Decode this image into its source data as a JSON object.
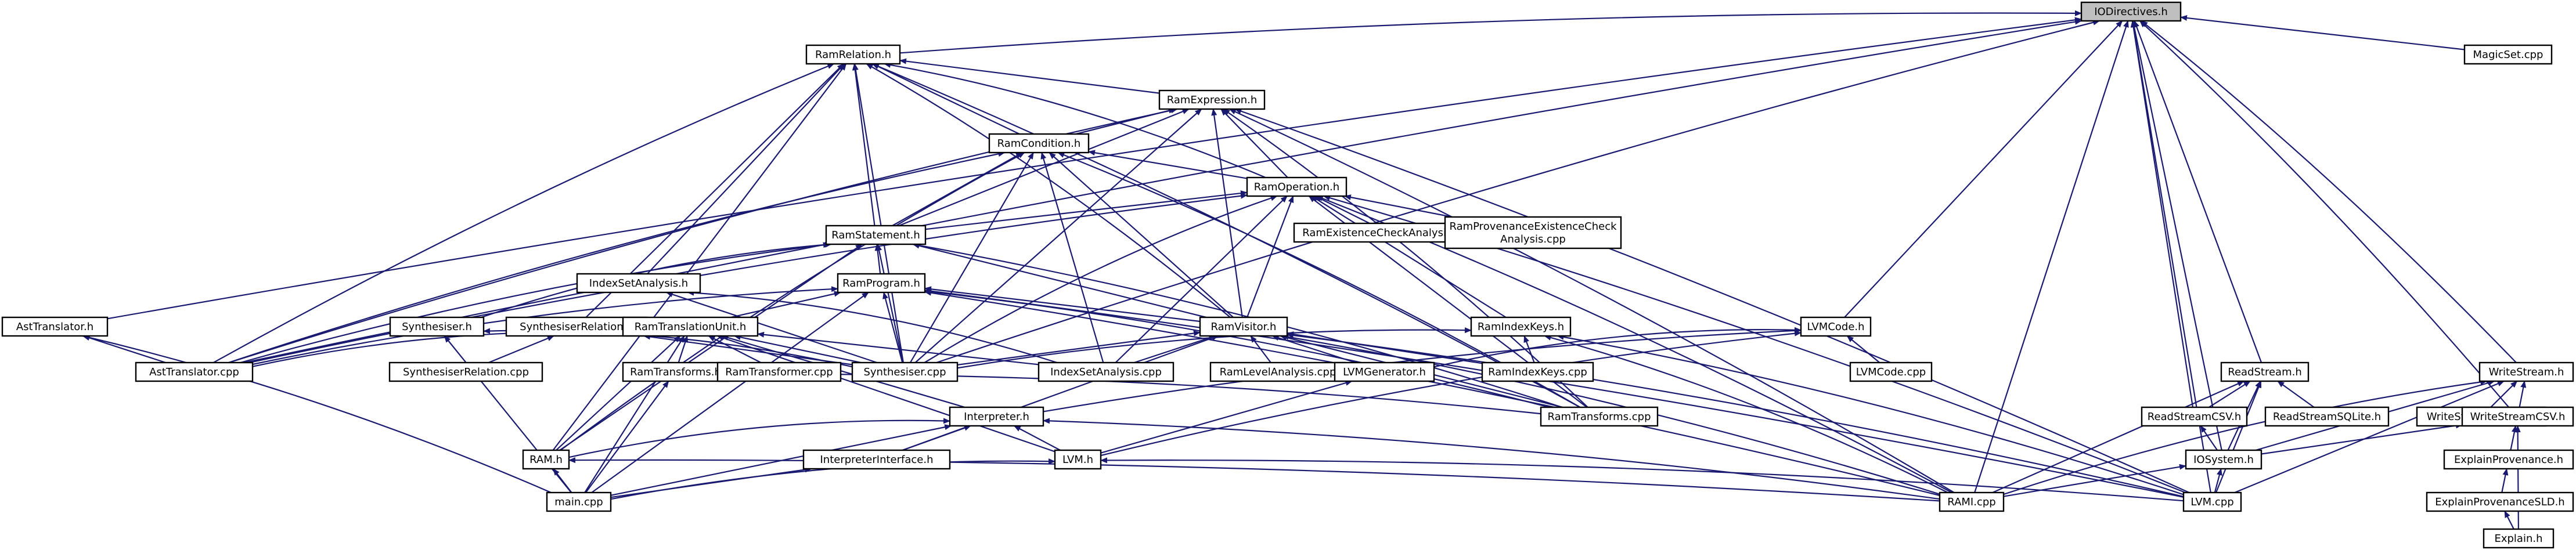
{
  "graph": {
    "root": "IODirectives.h",
    "nodes": [
      {
        "id": "IODirectives.h",
        "label": "IODirectives.h"
      },
      {
        "id": "RamRelation.h",
        "label": "RamRelation.h"
      },
      {
        "id": "MagicSet.cpp",
        "label": "MagicSet.cpp"
      },
      {
        "id": "RamExpression.h",
        "label": "RamExpression.h"
      },
      {
        "id": "RamCondition.h",
        "label": "RamCondition.h"
      },
      {
        "id": "RamOperation.h",
        "label": "RamOperation.h"
      },
      {
        "id": "RamExistenceCheckAnalysis.cpp",
        "label": "RamExistenceCheckAnalysis.cpp"
      },
      {
        "id": "RamProvenanceExistenceCheckAnalysis.cpp",
        "label": "RamProvenanceExistenceCheck\nAnalysis.cpp"
      },
      {
        "id": "RamStatement.h",
        "label": "RamStatement.h"
      },
      {
        "id": "IndexSetAnalysis.h",
        "label": "IndexSetAnalysis.h"
      },
      {
        "id": "RamProgram.h",
        "label": "RamProgram.h"
      },
      {
        "id": "AstTranslator.h",
        "label": "AstTranslator.h"
      },
      {
        "id": "Synthesiser.h",
        "label": "Synthesiser.h"
      },
      {
        "id": "SynthesiserRelation.h",
        "label": "SynthesiserRelation.h"
      },
      {
        "id": "RamTranslationUnit.h",
        "label": "RamTranslationUnit.h"
      },
      {
        "id": "RamVisitor.h",
        "label": "RamVisitor.h"
      },
      {
        "id": "RamIndexKeys.h",
        "label": "RamIndexKeys.h"
      },
      {
        "id": "LVMCode.h",
        "label": "LVMCode.h"
      },
      {
        "id": "ReadStream.h",
        "label": "ReadStream.h"
      },
      {
        "id": "WriteStream.h",
        "label": "WriteStream.h"
      },
      {
        "id": "AstTranslator.cpp",
        "label": "AstTranslator.cpp"
      },
      {
        "id": "SynthesiserRelation.cpp",
        "label": "SynthesiserRelation.cpp"
      },
      {
        "id": "RamTransforms.h",
        "label": "RamTransforms.h"
      },
      {
        "id": "RamTransformer.cpp",
        "label": "RamTransformer.cpp"
      },
      {
        "id": "Synthesiser.cpp",
        "label": "Synthesiser.cpp"
      },
      {
        "id": "IndexSetAnalysis.cpp",
        "label": "IndexSetAnalysis.cpp"
      },
      {
        "id": "RamLevelAnalysis.cpp",
        "label": "RamLevelAnalysis.cpp"
      },
      {
        "id": "LVMGenerator.h",
        "label": "LVMGenerator.h"
      },
      {
        "id": "RamIndexKeys.cpp",
        "label": "RamIndexKeys.cpp"
      },
      {
        "id": "LVMCode.cpp",
        "label": "LVMCode.cpp"
      },
      {
        "id": "ReadStreamCSV.h",
        "label": "ReadStreamCSV.h"
      },
      {
        "id": "ReadStreamSQLite.h",
        "label": "ReadStreamSQLite.h"
      },
      {
        "id": "WriteStreamSQLite.h",
        "label": "WriteStreamSQLite.h"
      },
      {
        "id": "WriteStreamCSV.h",
        "label": "WriteStreamCSV.h"
      },
      {
        "id": "Interpreter.h",
        "label": "Interpreter.h"
      },
      {
        "id": "RamTransforms.cpp",
        "label": "RamTransforms.cpp"
      },
      {
        "id": "RAM.h",
        "label": "RAM.h"
      },
      {
        "id": "InterpreterInterface.h",
        "label": "InterpreterInterface.h"
      },
      {
        "id": "LVM.h",
        "label": "LVM.h"
      },
      {
        "id": "IOSystem.h",
        "label": "IOSystem.h"
      },
      {
        "id": "ExplainProvenance.h",
        "label": "ExplainProvenance.h"
      },
      {
        "id": "main.cpp",
        "label": "main.cpp"
      },
      {
        "id": "RAMI.cpp",
        "label": "RAMI.cpp"
      },
      {
        "id": "LVM.cpp",
        "label": "LVM.cpp"
      },
      {
        "id": "ExplainProvenanceSLD.h",
        "label": "ExplainProvenanceSLD.h"
      },
      {
        "id": "Explain.h",
        "label": "Explain.h"
      }
    ],
    "edges": [
      [
        "RamRelation.h",
        "IODirectives.h"
      ],
      [
        "MagicSet.cpp",
        "IODirectives.h"
      ],
      [
        "AstTranslator.h",
        "IODirectives.h"
      ],
      [
        "AstTranslator.cpp",
        "IODirectives.h"
      ],
      [
        "Synthesiser.cpp",
        "IODirectives.h"
      ],
      [
        "LVMCode.h",
        "IODirectives.h"
      ],
      [
        "ReadStream.h",
        "IODirectives.h"
      ],
      [
        "ReadStreamCSV.h",
        "IODirectives.h"
      ],
      [
        "WriteStream.h",
        "IODirectives.h"
      ],
      [
        "WriteStreamCSV.h",
        "IODirectives.h"
      ],
      [
        "IOSystem.h",
        "IODirectives.h"
      ],
      [
        "RAMI.cpp",
        "IODirectives.h"
      ],
      [
        "LVM.cpp",
        "IODirectives.h"
      ],
      [
        "RamExpression.h",
        "RamRelation.h"
      ],
      [
        "RamCondition.h",
        "RamRelation.h"
      ],
      [
        "RamOperation.h",
        "RamRelation.h"
      ],
      [
        "RamStatement.h",
        "RamRelation.h"
      ],
      [
        "IndexSetAnalysis.h",
        "RamRelation.h"
      ],
      [
        "SynthesiserRelation.h",
        "RamRelation.h"
      ],
      [
        "RamVisitor.h",
        "RamRelation.h"
      ],
      [
        "AstTranslator.cpp",
        "RamRelation.h"
      ],
      [
        "Synthesiser.cpp",
        "RamRelation.h"
      ],
      [
        "RAM.h",
        "RamRelation.h"
      ],
      [
        "RamTransforms.cpp",
        "RamRelation.h"
      ],
      [
        "RamCondition.h",
        "RamExpression.h"
      ],
      [
        "RamOperation.h",
        "RamExpression.h"
      ],
      [
        "RamStatement.h",
        "RamExpression.h"
      ],
      [
        "RamVisitor.h",
        "RamExpression.h"
      ],
      [
        "AstTranslator.cpp",
        "RamExpression.h"
      ],
      [
        "Synthesiser.cpp",
        "RamExpression.h"
      ],
      [
        "RamTransforms.cpp",
        "RamExpression.h"
      ],
      [
        "RAMI.cpp",
        "RamExpression.h"
      ],
      [
        "LVM.cpp",
        "RamExpression.h"
      ],
      [
        "RamOperation.h",
        "RamCondition.h"
      ],
      [
        "RamStatement.h",
        "RamCondition.h"
      ],
      [
        "RamVisitor.h",
        "RamCondition.h"
      ],
      [
        "IndexSetAnalysis.cpp",
        "RamCondition.h"
      ],
      [
        "AstTranslator.cpp",
        "RamCondition.h"
      ],
      [
        "Synthesiser.cpp",
        "RamCondition.h"
      ],
      [
        "RAM.h",
        "RamCondition.h"
      ],
      [
        "RamTransforms.cpp",
        "RamCondition.h"
      ],
      [
        "RamExistenceCheckAnalysis.cpp",
        "RamOperation.h"
      ],
      [
        "RamProvenanceExistenceCheckAnalysis.cpp",
        "RamOperation.h"
      ],
      [
        "RamStatement.h",
        "RamOperation.h"
      ],
      [
        "RamVisitor.h",
        "RamOperation.h"
      ],
      [
        "RamIndexKeys.h",
        "RamOperation.h"
      ],
      [
        "IndexSetAnalysis.cpp",
        "RamOperation.h"
      ],
      [
        "AstTranslator.cpp",
        "RamOperation.h"
      ],
      [
        "Synthesiser.cpp",
        "RamOperation.h"
      ],
      [
        "RamTransforms.cpp",
        "RamOperation.h"
      ],
      [
        "RAMI.cpp",
        "RamOperation.h"
      ],
      [
        "LVM.cpp",
        "RamOperation.h"
      ],
      [
        "RamProgram.h",
        "RamStatement.h"
      ],
      [
        "RamVisitor.h",
        "RamStatement.h"
      ],
      [
        "Synthesiser.h",
        "RamStatement.h"
      ],
      [
        "AstTranslator.cpp",
        "RamStatement.h"
      ],
      [
        "Synthesiser.cpp",
        "RamStatement.h"
      ],
      [
        "RamTransforms.cpp",
        "RamStatement.h"
      ],
      [
        "RAM.h",
        "RamStatement.h"
      ],
      [
        "IndexSetAnalysis.cpp",
        "IndexSetAnalysis.h"
      ],
      [
        "Synthesiser.cpp",
        "IndexSetAnalysis.h"
      ],
      [
        "RamTranslationUnit.h",
        "RamProgram.h"
      ],
      [
        "RamVisitor.h",
        "RamProgram.h"
      ],
      [
        "AstTranslator.cpp",
        "RamProgram.h"
      ],
      [
        "Synthesiser.cpp",
        "RamProgram.h"
      ],
      [
        "RamTransforms.cpp",
        "RamProgram.h"
      ],
      [
        "main.cpp",
        "RamProgram.h"
      ],
      [
        "RAMI.cpp",
        "RamProgram.h"
      ],
      [
        "LVM.cpp",
        "RamProgram.h"
      ],
      [
        "AstTranslator.cpp",
        "AstTranslator.h"
      ],
      [
        "main.cpp",
        "AstTranslator.h"
      ],
      [
        "Synthesiser.cpp",
        "Synthesiser.h"
      ],
      [
        "main.cpp",
        "Synthesiser.h"
      ],
      [
        "SynthesiserRelation.cpp",
        "SynthesiserRelation.h"
      ],
      [
        "Synthesiser.cpp",
        "SynthesiserRelation.h"
      ],
      [
        "AstTranslator.cpp",
        "RamTranslationUnit.h"
      ],
      [
        "RamTransforms.h",
        "RamTranslationUnit.h"
      ],
      [
        "RamTransformer.cpp",
        "RamTranslationUnit.h"
      ],
      [
        "Synthesiser.cpp",
        "RamTranslationUnit.h"
      ],
      [
        "IndexSetAnalysis.cpp",
        "RamTranslationUnit.h"
      ],
      [
        "Interpreter.h",
        "RamTranslationUnit.h"
      ],
      [
        "RAM.h",
        "RamTranslationUnit.h"
      ],
      [
        "main.cpp",
        "RamTranslationUnit.h"
      ],
      [
        "LVM.h",
        "RamTranslationUnit.h"
      ],
      [
        "Synthesiser.cpp",
        "RamVisitor.h"
      ],
      [
        "IndexSetAnalysis.cpp",
        "RamVisitor.h"
      ],
      [
        "RamLevelAnalysis.cpp",
        "RamVisitor.h"
      ],
      [
        "LVMGenerator.h",
        "RamVisitor.h"
      ],
      [
        "RamIndexKeys.cpp",
        "RamVisitor.h"
      ],
      [
        "RamTransforms.cpp",
        "RamVisitor.h"
      ],
      [
        "InterpreterInterface.h",
        "RamVisitor.h"
      ],
      [
        "RAMI.cpp",
        "RamVisitor.h"
      ],
      [
        "LVM.cpp",
        "RamVisitor.h"
      ],
      [
        "RamIndexKeys.cpp",
        "RamIndexKeys.h"
      ],
      [
        "Synthesiser.cpp",
        "RamIndexKeys.h"
      ],
      [
        "RAMI.cpp",
        "RamIndexKeys.h"
      ],
      [
        "LVM.cpp",
        "RamIndexKeys.h"
      ],
      [
        "LVMCode.cpp",
        "LVMCode.h"
      ],
      [
        "LVMGenerator.h",
        "LVMCode.h"
      ],
      [
        "Interpreter.h",
        "LVMCode.h"
      ],
      [
        "LVM.h",
        "LVMCode.h"
      ],
      [
        "ReadStreamCSV.h",
        "ReadStream.h"
      ],
      [
        "ReadStreamSQLite.h",
        "ReadStream.h"
      ],
      [
        "IOSystem.h",
        "ReadStream.h"
      ],
      [
        "RAMI.cpp",
        "ReadStream.h"
      ],
      [
        "LVM.cpp",
        "ReadStream.h"
      ],
      [
        "WriteStreamSQLite.h",
        "WriteStream.h"
      ],
      [
        "WriteStreamCSV.h",
        "WriteStream.h"
      ],
      [
        "IOSystem.h",
        "WriteStream.h"
      ],
      [
        "RAMI.cpp",
        "WriteStream.h"
      ],
      [
        "LVM.cpp",
        "WriteStream.h"
      ],
      [
        "IOSystem.h",
        "ReadStreamCSV.h"
      ],
      [
        "IOSystem.h",
        "WriteStreamCSV.h"
      ],
      [
        "ExplainProvenance.h",
        "WriteStreamCSV.h"
      ],
      [
        "Explain.h",
        "WriteStreamCSV.h"
      ],
      [
        "ExplainProvenanceSLD.h",
        "ExplainProvenance.h"
      ],
      [
        "Explain.h",
        "ExplainProvenanceSLD.h"
      ],
      [
        "RamTransforms.cpp",
        "RamTransforms.h"
      ],
      [
        "main.cpp",
        "RamTransforms.h"
      ],
      [
        "LVM.h",
        "LVMGenerator.h"
      ],
      [
        "InterpreterInterface.h",
        "Interpreter.h"
      ],
      [
        "RAM.h",
        "Interpreter.h"
      ],
      [
        "main.cpp",
        "Interpreter.h"
      ],
      [
        "LVM.h",
        "Interpreter.h"
      ],
      [
        "RAMI.cpp",
        "Interpreter.h"
      ],
      [
        "main.cpp",
        "InterpreterInterface.h"
      ],
      [
        "main.cpp",
        "RAM.h"
      ],
      [
        "RAMI.cpp",
        "RAM.h"
      ],
      [
        "main.cpp",
        "LVM.h"
      ],
      [
        "LVM.cpp",
        "LVM.h"
      ],
      [
        "RAMI.cpp",
        "IOSystem.h"
      ],
      [
        "LVM.cpp",
        "IOSystem.h"
      ]
    ]
  }
}
